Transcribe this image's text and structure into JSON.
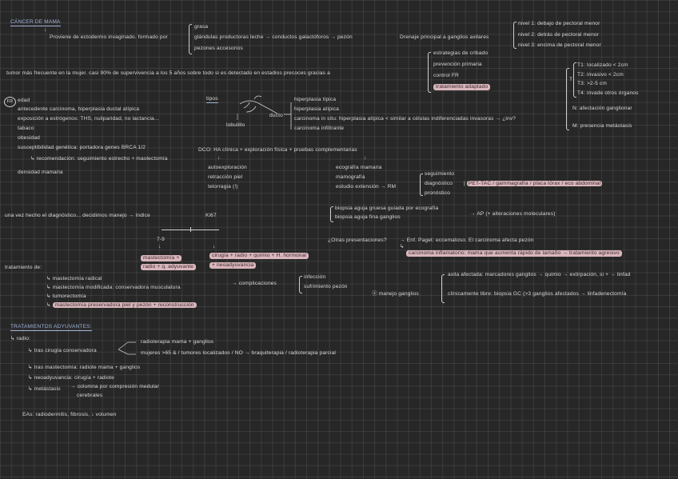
{
  "heading": "CÁNCER DE MAMA",
  "origin": {
    "main": "Proviene de ectodermo invaginado. formado por",
    "parts": [
      "grasa",
      "glándulas productoras leche → conductos galactóforos → pezón",
      "pezones accesorios"
    ],
    "drainage": "Drenaje principal a ganglios axilares",
    "levels": [
      "nivel 1: debajo de pectoral menor",
      "nivel 2: detrás de pectoral menor",
      "nivel 3: encima de pectoral menor"
    ]
  },
  "tumor": {
    "text": "tumor más frecuente en la mujer. casi 90% de supervivencia a los 5 años sobre todo si es detectado en estadios precoces gracias a",
    "items": [
      "estrategias de cribado",
      "prevención primaria",
      "control FR",
      "tratamiento adaptado"
    ]
  },
  "staging": {
    "t_items": [
      "T1: localizado < 2cm",
      "T2: invasivo < 2cm",
      "T3: >2-5 cm",
      "T4: invade otros órganos"
    ],
    "n": "N: afectación ganglionar",
    "m": "M: presencia metástasis"
  },
  "fr": {
    "label": "FR",
    "items": [
      "edad",
      "antecedente carcinoma, hiperplasia ductal atípica",
      "exposición a estrógenos: THS, nuliparidad, no lactancia...",
      "tabaco",
      "obesidad",
      "susceptibilidad genética: portadora genes BRCA 1/2"
    ],
    "sub": "↳ recomendación: seguimiento estrecho + mastectomía",
    "extra": "densidad mamaria"
  },
  "types": {
    "label": "tipos",
    "lobulo": "lobulillo",
    "ducto": "ducto",
    "items": [
      "hiperplasia típica",
      "hiperplasia atípica",
      "carcinoma in situ: hiperplasia atípica < similar a células indiferenciadas invasoras → ¿inv?",
      "carcinoma infiltrante"
    ]
  },
  "diagnosis": {
    "dx": "DCO: HA clínica + exploración física + pruebas complementarias",
    "left": [
      "autoexploración",
      "retracción piel",
      "telorragia (!)"
    ],
    "right": [
      "ecografía mamaria",
      "mamografía",
      "estudio extensión → RM"
    ],
    "rm": [
      "seguimiento",
      "diagnóstico",
      "pronóstico"
    ],
    "pet": "PET-TAC / gammagrafía / placa tórax / eco abdominal",
    "biopsy1": "biopsia aguja gruesa guiada por ecografía",
    "biopsy2": "biopsia aguja fina ganglios",
    "ap": "AP (+ alteraciones moleculares)"
  },
  "decision": {
    "text": "una vez hecho el diagnóstico... decidimos manejo → índice",
    "tail": "Ki67",
    "num": "7-9",
    "box1": "mastectomía + ",
    "box1b": "radio + q. adyuvante",
    "box2": "cirugía + radio + quimio + H. hormonal",
    "box3": "+ neoadyuvancia"
  },
  "forms": {
    "text": "¿Otras presentaciones?",
    "paget": "Enf. Paget: eccematoso. El carcinoma afecta pezón",
    "inflam": "carcinoma inflamatorio: mama que aumenta rápido de tamaño → tratamiento agresivo"
  },
  "treatment": {
    "label": "tratamiento de:",
    "items": [
      "mastectomía radical",
      "mastectomía modificada: conservadora musculatura",
      "tumorectomía",
      "mastectomía preservadora piel y pezón + reconstrucción"
    ],
    "complications": "complicaciones",
    "comp_items": [
      "infección",
      "sufrimiento pezón"
    ],
    "axilla": "manejo ganglios",
    "axilla_a": "axila afectada: marcadores ganglios → quimio → extirpación, si + → linfad",
    "axilla_b": "clínicamente libre: biopsia GC (>3 ganglios afectados → linfadenectomía"
  },
  "adjuvant": {
    "title": "TRATAMIENTOS ADYUVANTES:",
    "radio": "radio:",
    "conservative": "tras cirugía conservadora",
    "c1": "radioterapia mama + ganglios",
    "c2": "mujeres >65 & / tumores localizados / NO → braquiterapia / radioterapia parcial",
    "mast": "tras mastectomía: radiote mama + ganglios",
    "neo": "neoadyuvancia: cirugía + radiote",
    "meta": "metástasis",
    "meta2": "→ columna por compresión medular",
    "meta3": "cerebrales",
    "eas": "EAs: radiodermitis, fibrosis, ↓ volumen"
  }
}
